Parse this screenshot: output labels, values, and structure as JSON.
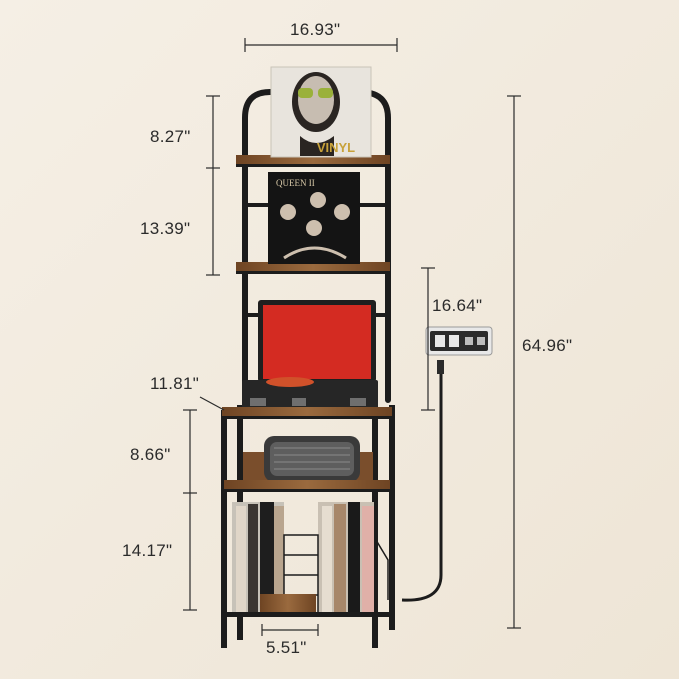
{
  "dimensions": {
    "width_top": "16.93\"",
    "shelf_gap_top": "8.27\"",
    "shelf_gap_second": "13.39\"",
    "shelf_gap_third": "16.64\"",
    "total_height": "64.96\"",
    "depth": "11.81\"",
    "shelf_gap_fourth": "8.66\"",
    "bottom_height": "14.17\"",
    "divider_width": "5.51\""
  },
  "album_top_text": "VINYL",
  "album_second_text": "QUEEN II",
  "colors": {
    "background": "#f3ece1",
    "frame": "#1c1c1c",
    "wood": "#8a5a33",
    "turntable_lid": "#d42b22"
  }
}
